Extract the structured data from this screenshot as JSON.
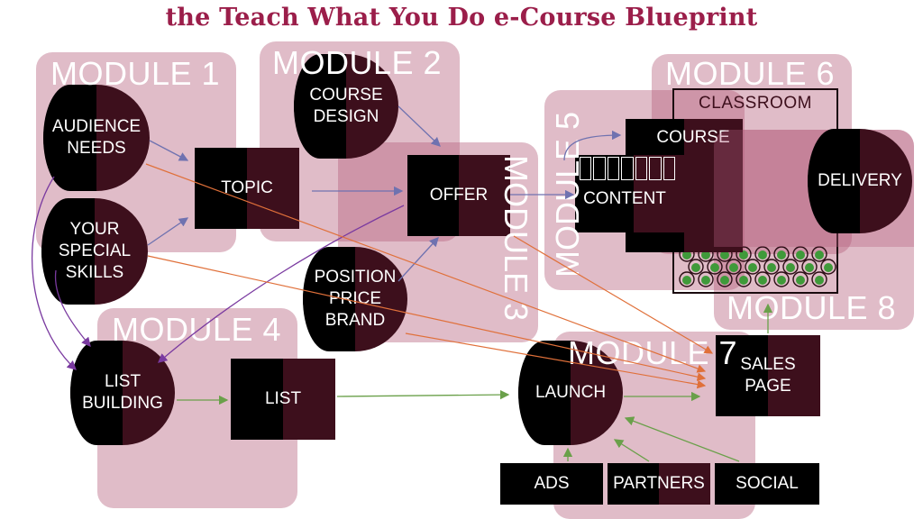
{
  "title": "the Teach What You Do e-Course Blueprint",
  "modules": {
    "m1": "MODULE 1",
    "m2": "MODULE 2",
    "m3": "MODULE 3",
    "m4": "MODULE 4",
    "m5": "MODULE 5",
    "m6": "MODULE 6",
    "m7": "MODULE 7",
    "m8": "MODULE 8"
  },
  "nodes": {
    "audience_needs": "AUDIENCE\nNEEDS",
    "special_skills": "YOUR\nSPECIAL\nSKILLS",
    "topic": "TOPIC",
    "course_design": "COURSE\nDESIGN",
    "offer": "OFFER",
    "position_price_brand": "POSITION\nPRICE\nBRAND",
    "list_building": "LIST\nBUILDING",
    "list": "LIST",
    "classroom": "CLASSROOM",
    "course": "COURSE",
    "content": "CONTENT",
    "delivery": "DELIVERY",
    "sales_page": "SALES\nPAGE",
    "launch": "LAUNCH",
    "ads": "ADS",
    "partners": "PARTNERS",
    "social": "SOCIAL"
  },
  "colors": {
    "title": "#9b1e4a",
    "module_fill": "#b45f7d",
    "node_dark": "#3d0f1c",
    "node_black": "#000000",
    "arrow_blue": "#6f72b0",
    "arrow_purple": "#7a3aa0",
    "arrow_orange": "#e0703a",
    "arrow_green": "#6aa04a",
    "seat_green": "#3f9a3a"
  }
}
